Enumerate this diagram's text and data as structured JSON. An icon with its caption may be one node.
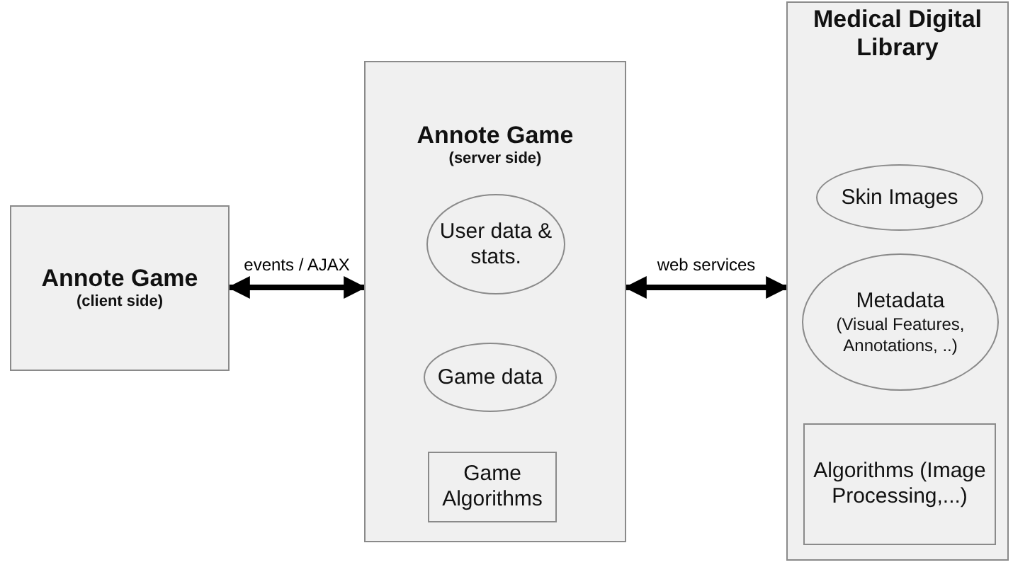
{
  "diagram": {
    "nodes": [
      {
        "text": [
          "Annote Game",
          "(client side)"
        ]
      },
      {
        "text": [
          "Annote Game",
          "(server side)"
        ]
      },
      {
        "text": [
          "User data & stats."
        ],
        "in": 1
      },
      {
        "text": [
          "Game data"
        ],
        "in": 1
      },
      {
        "text": [
          "Game Algorithms"
        ],
        "in": 1
      },
      {
        "text": [
          "Medical Digital Library"
        ]
      },
      {
        "text": [
          "Skin Images"
        ],
        "in": 5
      },
      {
        "text": [
          "Metadata",
          "(Visual Features, Annotations, ..)"
        ],
        "in": 5
      },
      {
        "text": [
          "Algorithms (Image Processing,...)"
        ],
        "in": 5
      }
    ],
    "edges": [
      {
        "from": 0,
        "to": 1,
        "arrow": "both",
        "label": "events / AJAX"
      },
      {
        "from": 1,
        "to": 5,
        "arrow": "both",
        "label": "web services"
      }
    ]
  }
}
